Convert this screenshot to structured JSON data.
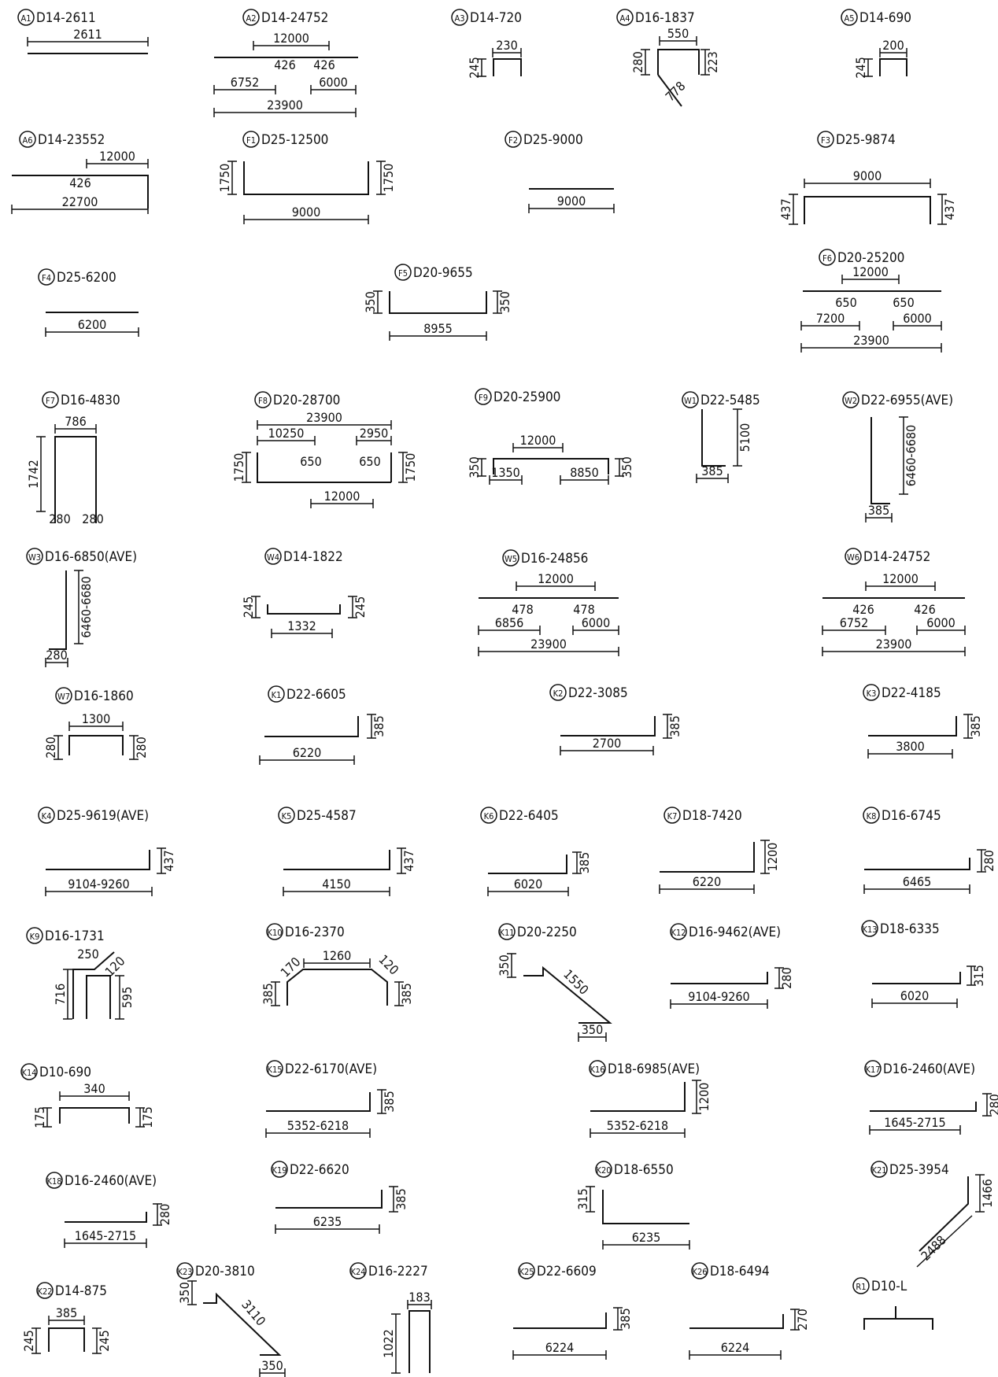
{
  "bars": [
    {
      "id": "A1",
      "title": "D14-2611",
      "dims": [
        "2611"
      ]
    },
    {
      "id": "A2",
      "title": "D14-24752",
      "dims": [
        "12000",
        "426",
        "426",
        "6752",
        "6000",
        "23900"
      ]
    },
    {
      "id": "A3",
      "title": "D14-720",
      "dims": [
        "230",
        "245"
      ]
    },
    {
      "id": "A4",
      "title": "D16-1837",
      "dims": [
        "550",
        "280",
        "223",
        "778"
      ]
    },
    {
      "id": "A5",
      "title": "D14-690",
      "dims": [
        "200",
        "245"
      ]
    },
    {
      "id": "A6",
      "title": "D14-23552",
      "dims": [
        "12000",
        "426",
        "22700"
      ]
    },
    {
      "id": "F1",
      "title": "D25-12500",
      "dims": [
        "1750",
        "1750",
        "9000"
      ]
    },
    {
      "id": "F2",
      "title": "D25-9000",
      "dims": [
        "9000"
      ]
    },
    {
      "id": "F3",
      "title": "D25-9874",
      "dims": [
        "9000",
        "437",
        "437"
      ]
    },
    {
      "id": "F4",
      "title": "D25-6200",
      "dims": [
        "6200"
      ]
    },
    {
      "id": "F5",
      "title": "D20-9655",
      "dims": [
        "350",
        "350",
        "8955"
      ]
    },
    {
      "id": "F6",
      "title": "D20-25200",
      "dims": [
        "12000",
        "650",
        "650",
        "7200",
        "6000",
        "23900"
      ]
    },
    {
      "id": "F7",
      "title": "D16-4830",
      "dims": [
        "786",
        "1742",
        "280",
        "280"
      ]
    },
    {
      "id": "F8",
      "title": "D20-28700",
      "dims": [
        "23900",
        "10250",
        "2950",
        "650",
        "650",
        "1750",
        "1750",
        "12000"
      ]
    },
    {
      "id": "F9",
      "title": "D20-25900",
      "dims": [
        "12000",
        "350",
        "350",
        "1350",
        "8850"
      ]
    },
    {
      "id": "W1",
      "title": "D22-5485",
      "dims": [
        "5100",
        "385"
      ]
    },
    {
      "id": "W2",
      "title": "D22-6955(AVE)",
      "dims": [
        "6460-6680",
        "385"
      ]
    },
    {
      "id": "W3",
      "title": "D16-6850(AVE)",
      "dims": [
        "6460-6680",
        "280"
      ]
    },
    {
      "id": "W4",
      "title": "D14-1822",
      "dims": [
        "245",
        "245",
        "1332"
      ]
    },
    {
      "id": "W5",
      "title": "D16-24856",
      "dims": [
        "12000",
        "478",
        "478",
        "6856",
        "6000",
        "23900"
      ]
    },
    {
      "id": "W6",
      "title": "D14-24752",
      "dims": [
        "12000",
        "426",
        "426",
        "6752",
        "6000",
        "23900"
      ]
    },
    {
      "id": "W7",
      "title": "D16-1860",
      "dims": [
        "1300",
        "280",
        "280"
      ]
    },
    {
      "id": "K1",
      "title": "D22-6605",
      "dims": [
        "385",
        "6220"
      ]
    },
    {
      "id": "K2",
      "title": "D22-3085",
      "dims": [
        "385",
        "2700"
      ]
    },
    {
      "id": "K3",
      "title": "D22-4185",
      "dims": [
        "385",
        "3800"
      ]
    },
    {
      "id": "K4",
      "title": "D25-9619(AVE)",
      "dims": [
        "437",
        "9104-9260"
      ]
    },
    {
      "id": "K5",
      "title": "D25-4587",
      "dims": [
        "437",
        "4150"
      ]
    },
    {
      "id": "K6",
      "title": "D22-6405",
      "dims": [
        "385",
        "6020"
      ]
    },
    {
      "id": "K7",
      "title": "D18-7420",
      "dims": [
        "1200",
        "6220"
      ]
    },
    {
      "id": "K8",
      "title": "D16-6745",
      "dims": [
        "280",
        "6465"
      ]
    },
    {
      "id": "K9",
      "title": "D16-1731",
      "dims": [
        "250",
        "120",
        "716",
        "595"
      ]
    },
    {
      "id": "K10",
      "title": "D16-2370",
      "dims": [
        "1260",
        "170",
        "120",
        "385",
        "385"
      ]
    },
    {
      "id": "K11",
      "title": "D20-2250",
      "dims": [
        "350",
        "1550",
        "350"
      ]
    },
    {
      "id": "K12",
      "title": "D16-9462(AVE)",
      "dims": [
        "280",
        "9104-9260"
      ]
    },
    {
      "id": "K13",
      "title": "D18-6335",
      "dims": [
        "315",
        "6020"
      ]
    },
    {
      "id": "K14",
      "title": "D10-690",
      "dims": [
        "340",
        "175",
        "175"
      ]
    },
    {
      "id": "K15",
      "title": "D22-6170(AVE)",
      "dims": [
        "385",
        "5352-6218"
      ]
    },
    {
      "id": "K16",
      "title": "D18-6985(AVE)",
      "dims": [
        "1200",
        "5352-6218"
      ]
    },
    {
      "id": "K17",
      "title": "D16-2460(AVE)",
      "dims": [
        "280",
        "1645-2715"
      ]
    },
    {
      "id": "K18",
      "title": "D16-2460(AVE)",
      "dims": [
        "280",
        "1645-2715"
      ]
    },
    {
      "id": "K19",
      "title": "D22-6620",
      "dims": [
        "385",
        "6235"
      ]
    },
    {
      "id": "K20",
      "title": "D18-6550",
      "dims": [
        "315",
        "6235"
      ]
    },
    {
      "id": "K21",
      "title": "D25-3954",
      "dims": [
        "1466",
        "2488"
      ]
    },
    {
      "id": "K22",
      "title": "D14-875",
      "dims": [
        "385",
        "245",
        "245"
      ]
    },
    {
      "id": "K23",
      "title": "D20-3810",
      "dims": [
        "350",
        "3110",
        "350"
      ]
    },
    {
      "id": "K24",
      "title": "D16-2227",
      "dims": [
        "183",
        "1022"
      ]
    },
    {
      "id": "K25",
      "title": "D22-6609",
      "dims": [
        "385",
        "6224"
      ]
    },
    {
      "id": "K26",
      "title": "D18-6494",
      "dims": [
        "270",
        "6224"
      ]
    },
    {
      "id": "R1",
      "title": "D10-L",
      "dims": []
    }
  ]
}
